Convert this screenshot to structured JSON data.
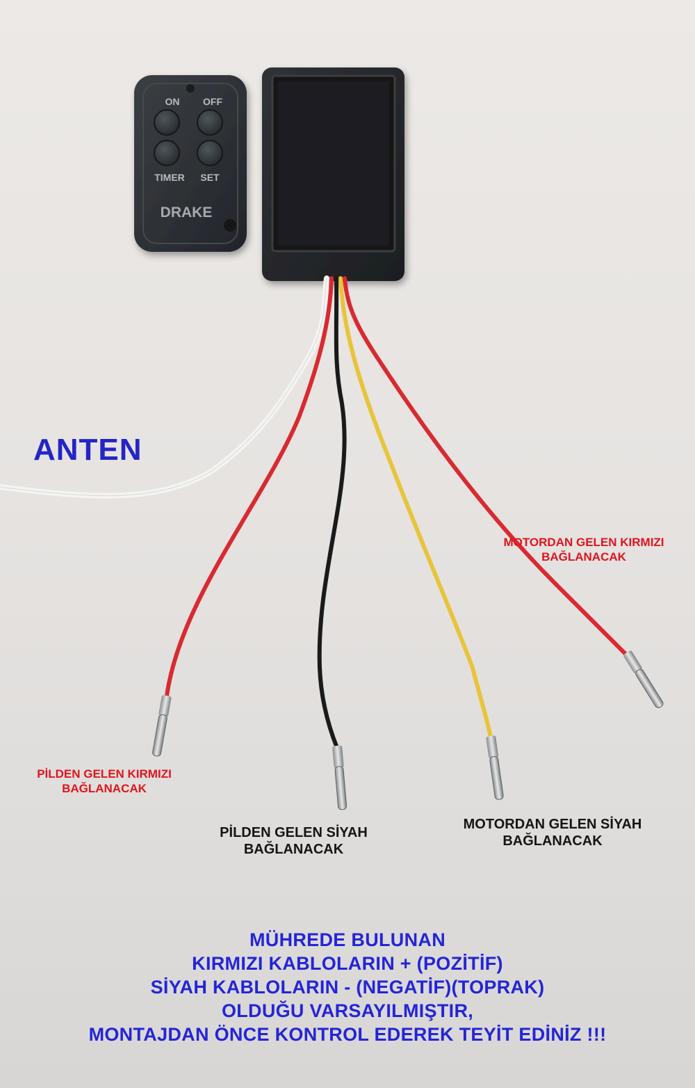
{
  "remote": {
    "buttons": [
      "ON",
      "OFF",
      "TIMER",
      "SET"
    ],
    "brand": "DRAKE"
  },
  "labels": {
    "anten": "ANTEN",
    "motor_red": [
      "MOTORDAN GELEN KIRMIZI",
      "BAĞLANACAK"
    ],
    "pil_red": [
      "PİLDEN GELEN KIRMIZI",
      "BAĞLANACAK"
    ],
    "pil_black": [
      "PİLDEN GELEN SİYAH",
      "BAĞLANACAK"
    ],
    "motor_black": [
      "MOTORDAN GELEN SİYAH",
      "BAĞLANACAK"
    ]
  },
  "notice": [
    "MÜHREDE BULUNAN",
    "KIRMIZI KABLOLARIN + (POZİTİF)",
    "SİYAH KABLOLARIN - (NEGATİF)(TOPRAK)",
    "OLDUĞU VARSAYILMIŞTIR,",
    "MONTAJDAN ÖNCE KONTROL EDEREK TEYİT EDİNİZ !!!"
  ],
  "colors": {
    "label_blue": "#2424c8",
    "label_red": "#e0141c",
    "wire_red": "#d82a30",
    "wire_yellow": "#e8c43a",
    "wire_white": "#f4f4f2",
    "wire_black": "#1a1a1a",
    "device_body": "#2a2d30"
  }
}
